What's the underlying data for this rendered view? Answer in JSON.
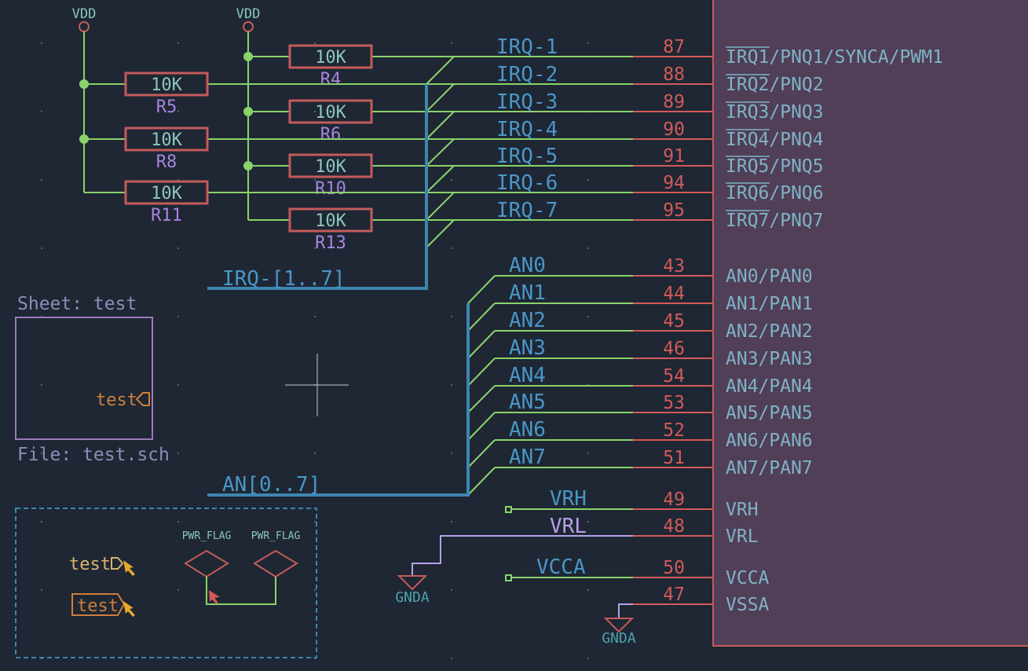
{
  "colors": {
    "background": "#1e2733",
    "wire": "#8bd26b",
    "bus": "#3e85b0",
    "net_label": "#4a96c8",
    "resistor": "#c45b5b",
    "ref_text": "#a784df",
    "pin_line": "#d35a5a",
    "pin_number": "#d35a5a",
    "pin_name": "#7eb3c6",
    "ic_fill": "#513e57",
    "ic_border": "#c45b5b",
    "sheet_border": "#9a7ab6",
    "sheet_text": "#8a8fb8",
    "hier_label": "#d07e3b",
    "group_border": "#3e85b0",
    "power_text": "#4ca4b0",
    "vrl_wire": "#b8a0e6",
    "power_flag_text": "#8cc6c0",
    "gnda_symbol": "#c45b5b"
  },
  "power": {
    "vdd1": "VDD",
    "vdd2": "VDD"
  },
  "resistors": [
    {
      "ref": "R4",
      "value": "10K"
    },
    {
      "ref": "R5",
      "value": "10K"
    },
    {
      "ref": "R6",
      "value": "10K"
    },
    {
      "ref": "R8",
      "value": "10K"
    },
    {
      "ref": "R10",
      "value": "10K"
    },
    {
      "ref": "R11",
      "value": "10K"
    },
    {
      "ref": "R13",
      "value": "10K"
    }
  ],
  "irq_labels": [
    "IRQ-1",
    "IRQ-2",
    "IRQ-3",
    "IRQ-4",
    "IRQ-5",
    "IRQ-6",
    "IRQ-7"
  ],
  "irq_bus_label": "IRQ-[1..7]",
  "an_labels": [
    "AN0",
    "AN1",
    "AN2",
    "AN3",
    "AN4",
    "AN5",
    "AN6",
    "AN7"
  ],
  "an_bus_label": "AN[0..7]",
  "ic_pins": [
    {
      "number": "87",
      "overbar": "IRQ1",
      "name": "/PNQ1/SYNCA/PWM1"
    },
    {
      "number": "88",
      "overbar": "IRQ2",
      "name": "/PNQ2"
    },
    {
      "number": "89",
      "overbar": "IRQ3",
      "name": "/PNQ3"
    },
    {
      "number": "90",
      "overbar": "IRQ4",
      "name": "/PNQ4"
    },
    {
      "number": "91",
      "overbar": "IRQ5",
      "name": "/PNQ5"
    },
    {
      "number": "94",
      "overbar": "IRQ6",
      "name": "/PNQ6"
    },
    {
      "number": "95",
      "overbar": "IRQ7",
      "name": "/PNQ7"
    },
    {
      "number": "43",
      "overbar": "",
      "name": "AN0/PAN0"
    },
    {
      "number": "44",
      "overbar": "",
      "name": "AN1/PAN1"
    },
    {
      "number": "45",
      "overbar": "",
      "name": "AN2/PAN2"
    },
    {
      "number": "46",
      "overbar": "",
      "name": "AN3/PAN3"
    },
    {
      "number": "54",
      "overbar": "",
      "name": "AN4/PAN4"
    },
    {
      "number": "53",
      "overbar": "",
      "name": "AN5/PAN5"
    },
    {
      "number": "52",
      "overbar": "",
      "name": "AN6/PAN6"
    },
    {
      "number": "51",
      "overbar": "",
      "name": "AN7/PAN7"
    },
    {
      "number": "49",
      "overbar": "",
      "name": "VRH"
    },
    {
      "number": "48",
      "overbar": "",
      "name": "VRL"
    },
    {
      "number": "50",
      "overbar": "",
      "name": "VCCA"
    },
    {
      "number": "47",
      "overbar": "",
      "name": "VSSA"
    }
  ],
  "power_nets": {
    "vrh": "VRH",
    "vrl": "VRL",
    "vcca": "VCCA",
    "gnda1": "GNDA",
    "gnda2": "GNDA"
  },
  "sheet": {
    "name": "Sheet: test",
    "file": "File: test.sch",
    "pin": "test"
  },
  "group": {
    "label1": "test",
    "label2": "test",
    "flag1": "PWR_FLAG",
    "flag2": "PWR_FLAG"
  }
}
